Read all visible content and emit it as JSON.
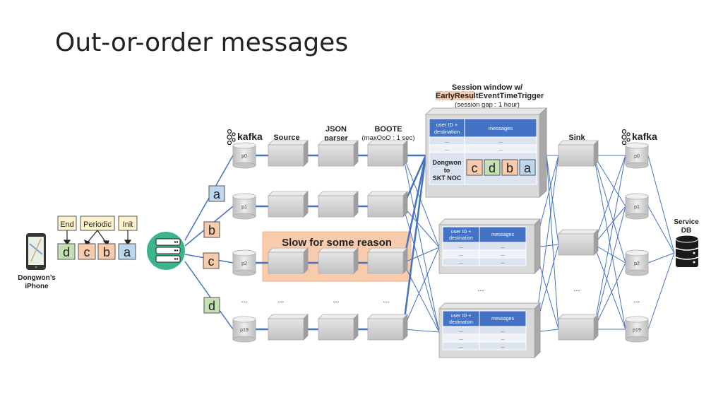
{
  "title": "Out-or-order messages",
  "phone": {
    "caption_line1": "Dongwon’s",
    "caption_line2": "iPhone"
  },
  "event_types": [
    "End",
    "Periodic",
    "Init"
  ],
  "messages": [
    "d",
    "c",
    "b",
    "a"
  ],
  "kafka_label": "kafka",
  "stages": {
    "source": "Source",
    "json_parser_line1": "JSON",
    "json_parser_line2": "parser",
    "boote": "BOOTE",
    "boote_sub": "(maxOoO : 1 sec)",
    "sink": "Sink"
  },
  "partitions": [
    "p0",
    "p1",
    "p2",
    "p19"
  ],
  "ellipsis": "...",
  "slow_label": "Slow for some reason",
  "session_window": {
    "line1": "Session window w/",
    "line2_highlight": "EarlyResult",
    "line2_rest": "EventTimeTrigger",
    "line3": "(session gap : 1 hour)"
  },
  "window_table": {
    "header_key_line1": "user ID +",
    "header_key_line2": "destination",
    "header_value": "messages",
    "cell": "...",
    "key_line1": "Dongwon",
    "key_line2": "to",
    "key_line3": "SKT NOC",
    "buffered": [
      "c",
      "d",
      "b",
      "a"
    ]
  },
  "service_db": {
    "line1": "Service",
    "line2": "DB"
  },
  "colors": {
    "line": "#4472c4",
    "box_fill": "#d0d0d0",
    "green": "#c5e0b4",
    "orange": "#f8cbad",
    "blue": "#bdd7ee",
    "yellow": "#fff2cc",
    "slow_bg": "#f8cbad",
    "header_blue": "#4472c4",
    "teal": "#3cb48c"
  }
}
